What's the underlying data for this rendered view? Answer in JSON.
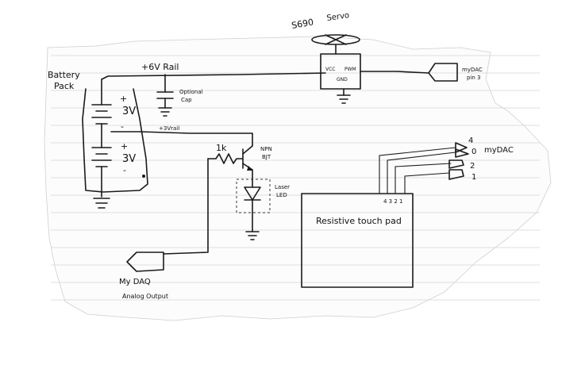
{
  "battery": {
    "title_line1": "Battery",
    "title_line2": "Pack",
    "cell_top": "3V",
    "cell_bottom": "3V",
    "plus": "+",
    "minus": "-"
  },
  "rails": {
    "six_volt": "+6V Rail",
    "three_volt": "+3Vrail"
  },
  "capacitor": {
    "line1": "Optional",
    "line2": "Cap"
  },
  "servo": {
    "model": "S690",
    "label": "Servo",
    "pin_vcc": "VCC",
    "pin_pwm": "PWM",
    "pin_gnd": "GND"
  },
  "mydac_pin3": {
    "line1": "myDAC",
    "line2": "pin 3"
  },
  "transistor": {
    "resistor": "1k",
    "type_line1": "NPN",
    "type_line2": "BJT"
  },
  "laser": {
    "line1": "Laser",
    "line2": "LED"
  },
  "daq": {
    "line1": "My DAQ",
    "line2": "Analog Output"
  },
  "touchpad": {
    "label": "Resistive touch pad",
    "pins": "4 3 2 1"
  },
  "dac_bus": {
    "title": "myDAC",
    "pins": [
      "4",
      "0",
      "2",
      "1"
    ]
  }
}
